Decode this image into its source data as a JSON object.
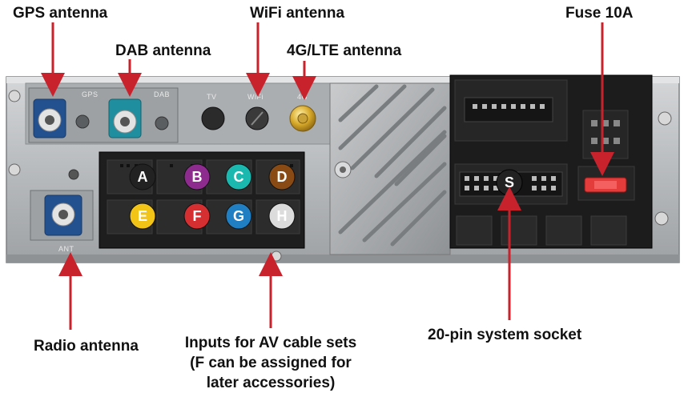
{
  "callouts": {
    "gps": "GPS antenna",
    "dab": "DAB antenna",
    "wifi": "WiFi antenna",
    "lte": "4G/LTE antenna",
    "fuse": "Fuse 10A",
    "radio": "Radio antenna",
    "av_line1": "Inputs for AV cable sets",
    "av_line2": "(F can be assigned for",
    "av_line3": "later accessories)",
    "system_socket": "20-pin system socket"
  },
  "silkscreen": {
    "gps": "GPS",
    "dab": "DAB",
    "tv": "TV",
    "wifi": "WiFi",
    "lte": "4G",
    "ant": "ANT"
  },
  "ports": [
    {
      "letter": "A",
      "color": "#222222"
    },
    {
      "letter": "B",
      "color": "#8e2b8f"
    },
    {
      "letter": "C",
      "color": "#1bb8b0"
    },
    {
      "letter": "D",
      "color": "#8a4a13"
    },
    {
      "letter": "E",
      "color": "#f2c418"
    },
    {
      "letter": "F",
      "color": "#d62f32"
    },
    {
      "letter": "G",
      "color": "#1f7fc2"
    },
    {
      "letter": "H",
      "color": "#dcdcdc"
    }
  ],
  "socket_badge": {
    "letter": "S",
    "color": "#222222"
  },
  "colors": {
    "arrow": "#c8232c",
    "fakra_blue": "#23508f",
    "fakra_teal": "#1f8e9e",
    "fuse": "#e43b3b",
    "chassis": "#b9bcbf"
  }
}
